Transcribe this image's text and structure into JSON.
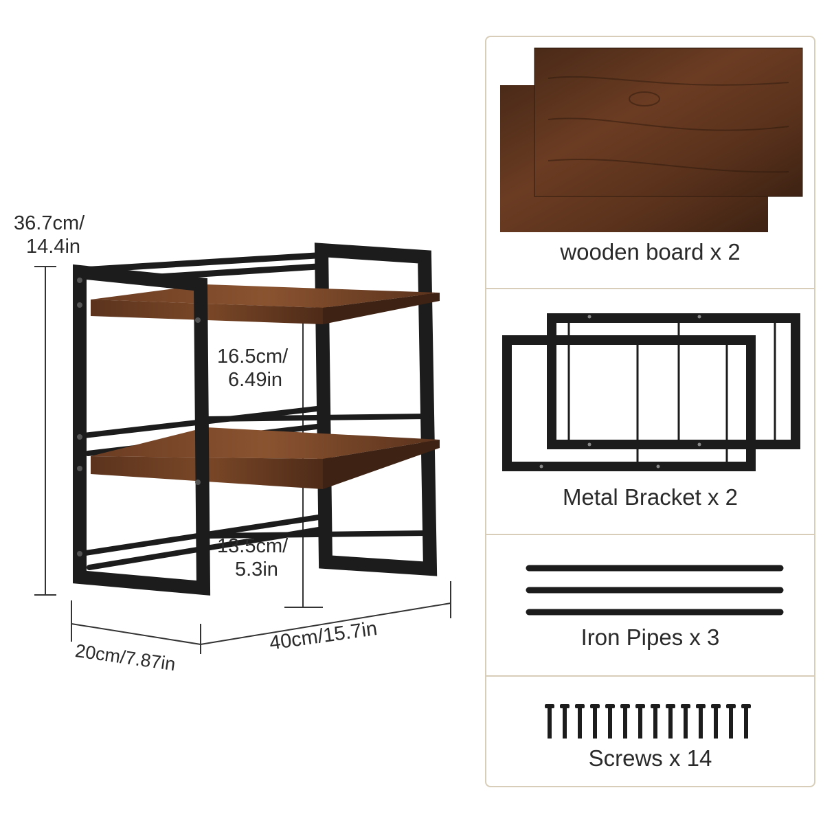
{
  "dimensions": {
    "height_line1": "36.7cm/",
    "height_line2": "14.4in",
    "upper_gap_line1": "16.5cm/",
    "upper_gap_line2": "6.49in",
    "lower_gap_line1": "13.5cm/",
    "lower_gap_line2": "5.3in",
    "depth": "20cm/7.87in",
    "width": "40cm/15.7in"
  },
  "parts": [
    {
      "label": "wooden board x 2",
      "icon": "wooden-board-icon"
    },
    {
      "label": "Metal Bracket x 2",
      "icon": "metal-bracket-icon"
    },
    {
      "label": "Iron Pipes x 3",
      "icon": "iron-pipe-icon"
    },
    {
      "label": "Screws x 14",
      "icon": "screw-icon"
    }
  ],
  "colors": {
    "frame": "#1c1c1c",
    "wood_dark": "#4a2a18",
    "wood_mid": "#6b3c22",
    "wood_light": "#8a5330",
    "panel_border": "#d8cdb8"
  }
}
